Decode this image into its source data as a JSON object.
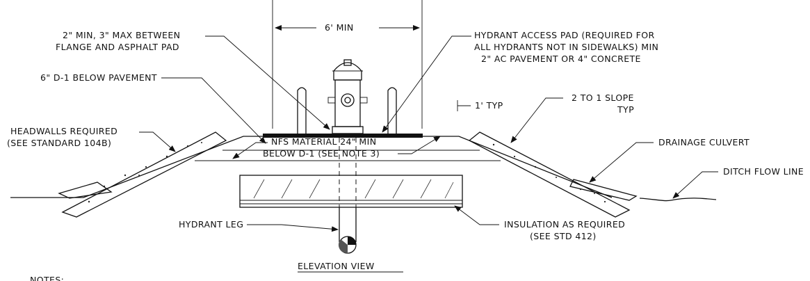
{
  "labels": {
    "six_min": "6' MIN",
    "flange_line1": "2\" MIN, 3\" MAX BETWEEN",
    "flange_line2": "FLANGE AND ASPHALT PAD",
    "pad_line1": "HYDRANT ACCESS PAD (REQUIRED FOR",
    "pad_line2": "ALL HYDRANTS NOT IN SIDEWALKS) MIN",
    "pad_line3": "2\" AC PAVEMENT OR 4\" CONCRETE",
    "d1": "6\" D-1 BELOW PAVEMENT",
    "one_typ": "1' TYP",
    "slope_line1": "2 TO 1 SLOPE",
    "slope_line2": "TYP",
    "headwalls_line1": "HEADWALLS REQUIRED",
    "headwalls_line2": "(SEE STANDARD 104B)",
    "nfs_line1": "NFS MATERIAL 24\" MIN",
    "nfs_line2": "BELOW D-1 (SEE NOTE 3)",
    "culvert": "DRAINAGE CULVERT",
    "ditch": "DITCH FLOW LINE",
    "leg": "HYDRANT LEG",
    "insul_line1": "INSULATION AS REQUIRED",
    "insul_line2": "(SEE STD 412)",
    "title": "ELEVATION VIEW",
    "notes": "NOTES:"
  }
}
